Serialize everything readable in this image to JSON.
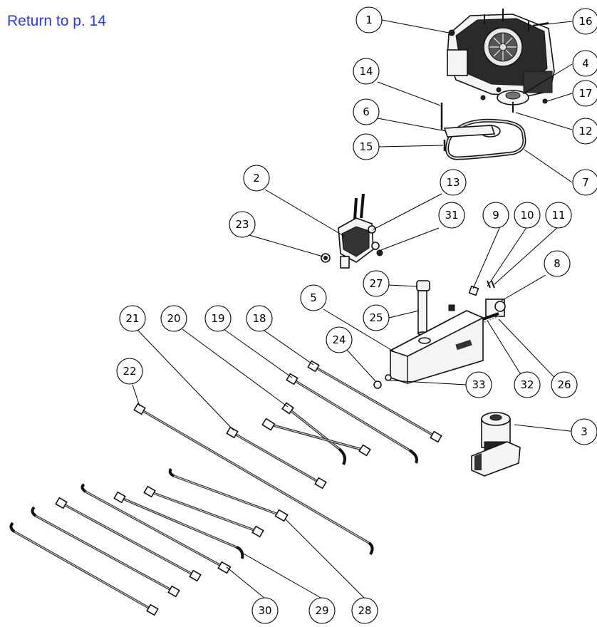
{
  "header": {
    "return_link": "Return to p. 14"
  },
  "callouts": {
    "c1": "1",
    "c2": "2",
    "c3": "3",
    "c4": "4",
    "c5": "5",
    "c6": "6",
    "c7": "7",
    "c8": "8",
    "c9": "9",
    "c10": "10",
    "c11": "11",
    "c12": "12",
    "c13": "13",
    "c14": "14",
    "c15": "15",
    "c16": "16",
    "c17": "17",
    "c18": "18",
    "c19": "19",
    "c20": "20",
    "c21": "21",
    "c22": "22",
    "c23": "23",
    "c24": "24",
    "c25": "25",
    "c26": "26",
    "c27": "27",
    "c28": "28",
    "c29": "29",
    "c30": "30",
    "c31": "31",
    "c32": "32",
    "c33": "33"
  }
}
